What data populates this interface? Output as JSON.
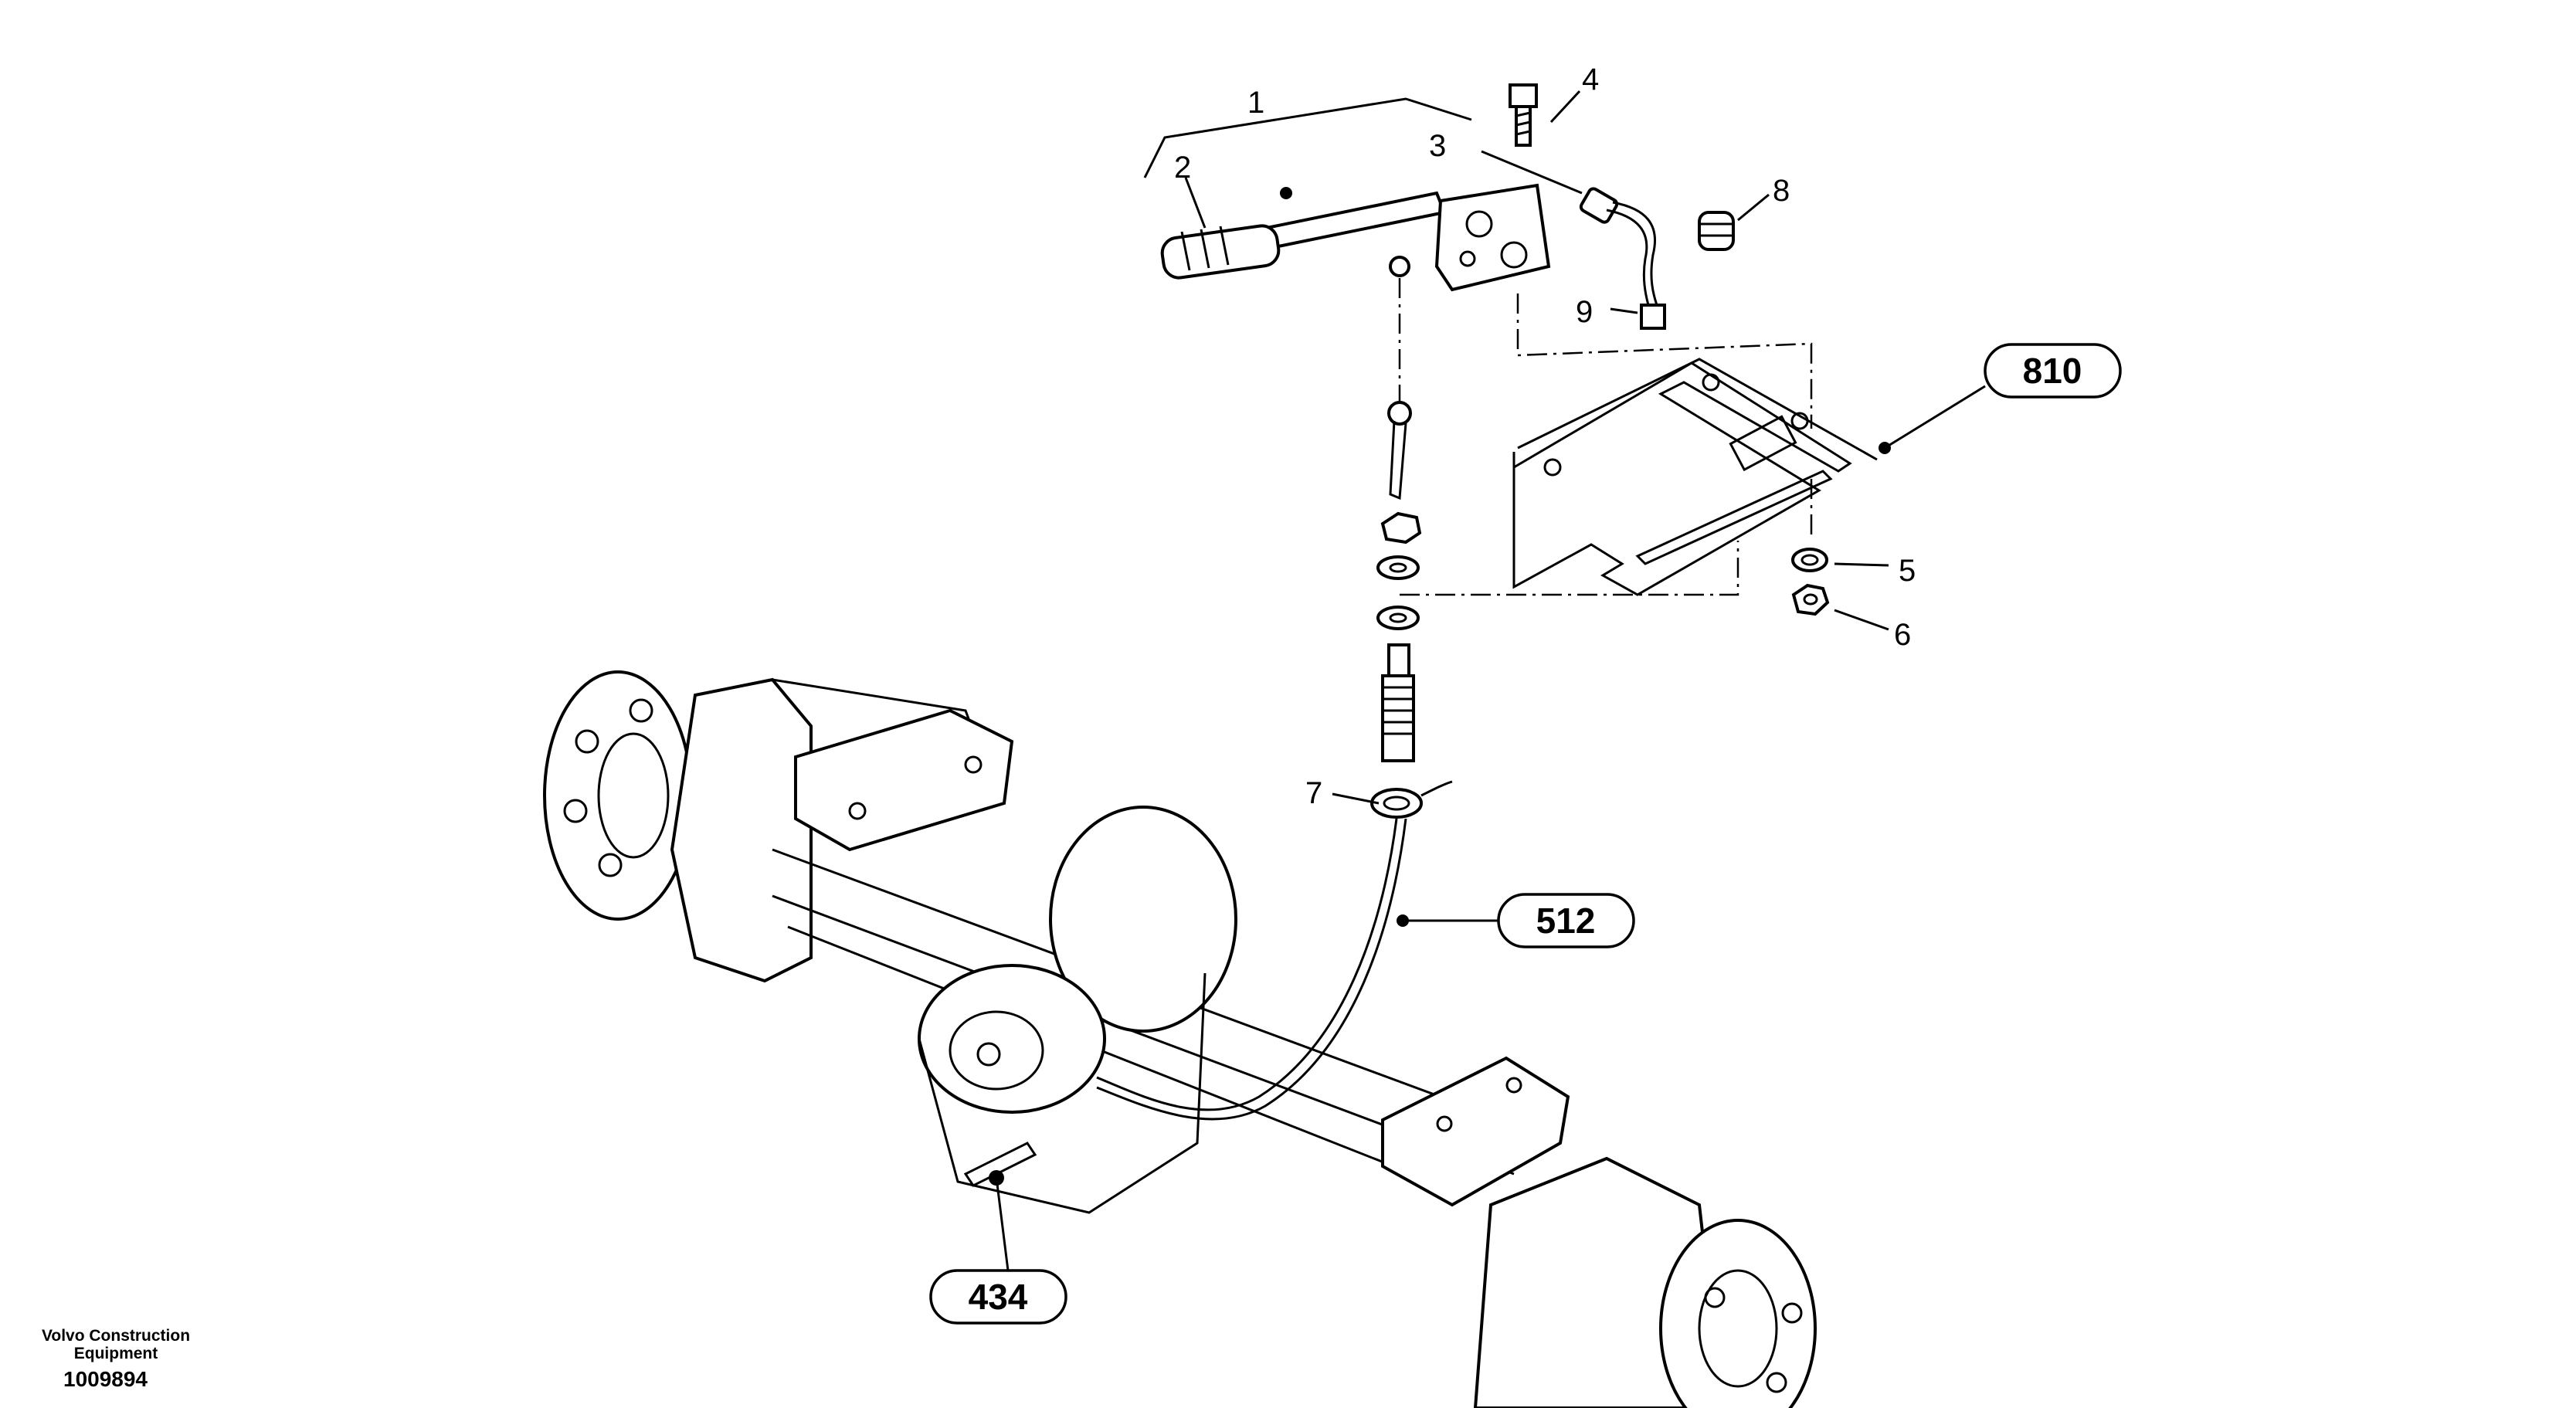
{
  "callouts": {
    "c1": "1",
    "c2": "2",
    "c3": "3",
    "c4": "4",
    "c5": "5",
    "c6": "6",
    "c7": "7",
    "c8": "8",
    "c9": "9"
  },
  "references": {
    "r810": "810",
    "r512": "512",
    "r434": "434"
  },
  "footer": {
    "company_line1": "Volvo Construction",
    "company_line2": "Equipment",
    "document_number": "1009894"
  }
}
